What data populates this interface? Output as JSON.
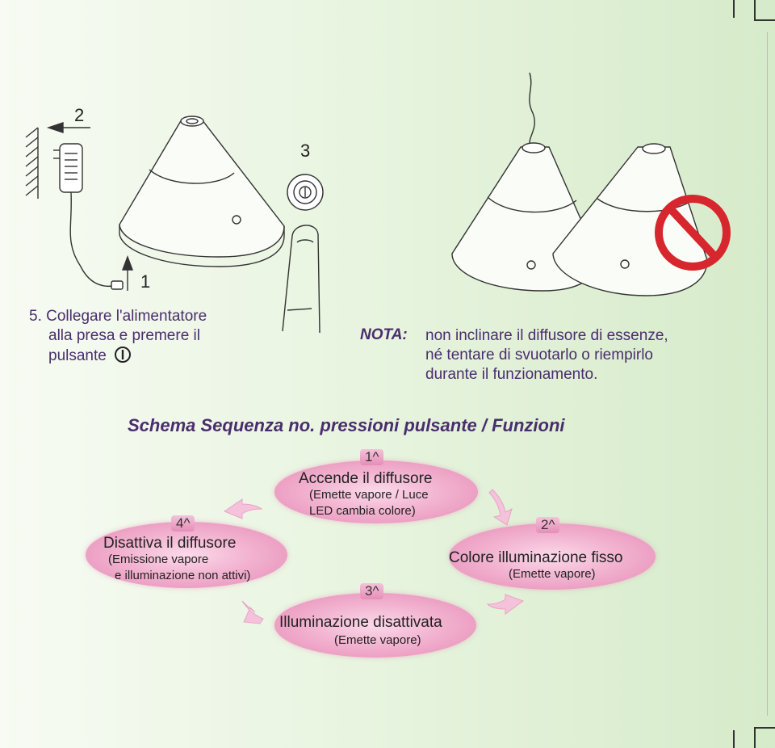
{
  "step": {
    "number": "5.",
    "line1": "Collegare l'alimentatore",
    "line2": "alla presa e premere il",
    "line3": "pulsante"
  },
  "illustration_labels": {
    "label_1": "1",
    "label_2": "2",
    "label_3": "3"
  },
  "nota": {
    "label": "NOTA:",
    "line1": "non inclinare il diffusore di essenze,",
    "line2": "né tentare di svuotarlo o riempirlo",
    "line3": "durante il funzionamento."
  },
  "schema": {
    "title": "Schema Sequenza no. pressioni pulsante / Funzioni",
    "steps": [
      {
        "badge": "1^",
        "main": "Accende il diffusore",
        "sub1": "(Emette vapore / Luce",
        "sub2": "LED cambia colore)"
      },
      {
        "badge": "2^",
        "main": "Colore illuminazione fisso",
        "sub1": "(Emette vapore)"
      },
      {
        "badge": "3^",
        "main": "Illuminazione disattivata",
        "sub1": "(Emette vapore)"
      },
      {
        "badge": "4^",
        "main": "Disattiva il diffusore",
        "sub1": "(Emissione vapore",
        "sub2": "e illuminazione non attivi)"
      }
    ]
  },
  "colors": {
    "text_purple": "#4a2d6e",
    "ellipse_pink": "#e68ab5",
    "prohibition_red": "#d7262d",
    "background_green": "#d6ebca"
  },
  "icons": [
    "power-button-icon",
    "prohibition-icon",
    "cycle-arrow-icon"
  ]
}
